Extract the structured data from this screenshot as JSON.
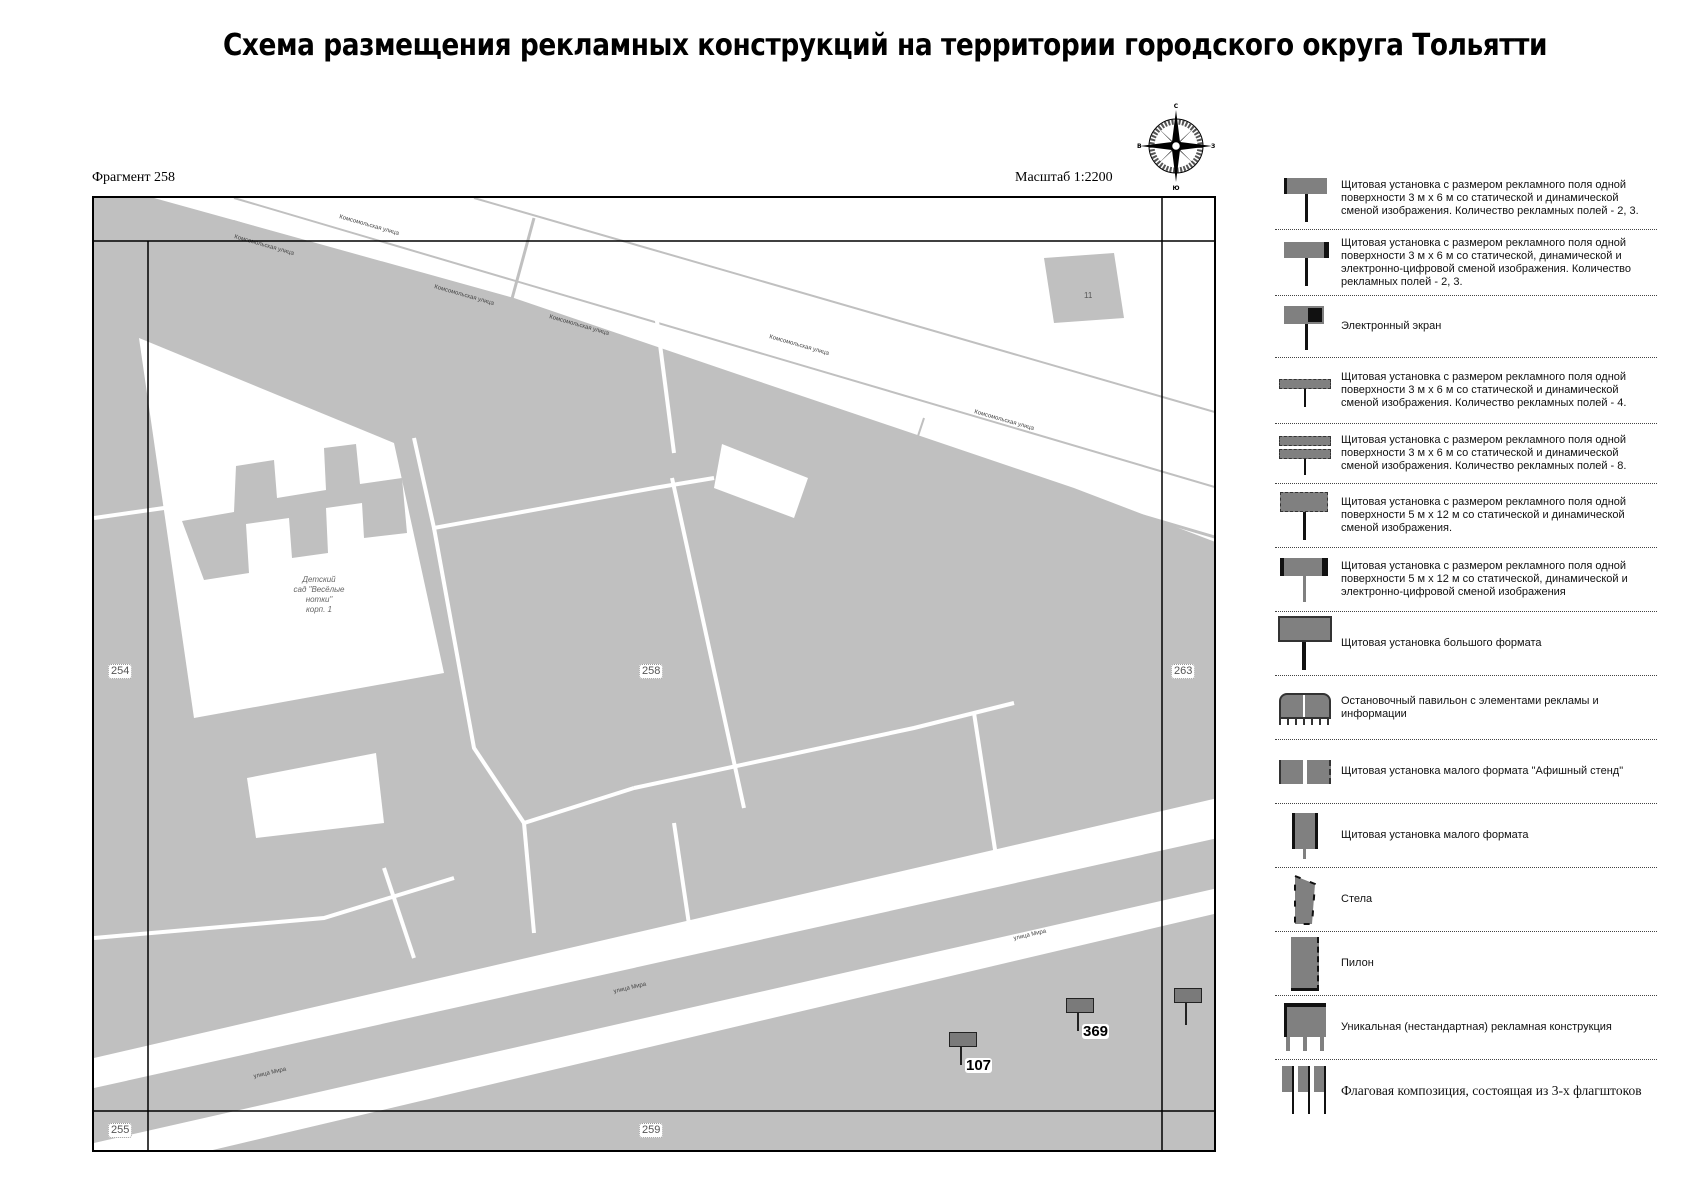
{
  "header": {
    "title": "Схема размещения рекламных конструкций на территории городского округа Тольятти",
    "fragment_label": "Фрагмент 258",
    "scale_label": "Масштаб 1:2200"
  },
  "compass": {
    "icon": "compass-rose-icon",
    "north": "С",
    "south": "Ю",
    "west": "В",
    "east": "З"
  },
  "map": {
    "colors": {
      "ground": "#c0c0c0",
      "road": "#ffffff",
      "building": "#c0c0c0",
      "frame": "#000000"
    },
    "street_labels": [
      "Комсомольская улица",
      "Комсомольская улица",
      "Комсомольская улица",
      "Комсомольская улица",
      "Комсомольская улица",
      "Комсомольская улица",
      "улица Мира",
      "улица Мира",
      "улица Мира"
    ],
    "building_label": [
      "Детский",
      "сад \"Весёлые",
      "нотки\"",
      "корп. 1"
    ],
    "building_number": "11",
    "sheet_numbers": {
      "current": "258",
      "west": "254",
      "east": "263",
      "south_west": "255",
      "south": "259"
    },
    "markers": [
      {
        "id": "107",
        "type": "billboard-3x6"
      },
      {
        "id": "369",
        "type": "billboard-3x6"
      },
      {
        "id": "",
        "type": "billboard-3x6"
      }
    ]
  },
  "legend": {
    "items": [
      {
        "icon": "billboard-3x6-static-dynamic-icon",
        "text": "Щитовая установка с размером рекламного поля одной поверхности 3 м х 6 м со статической и динамической сменой изображения. Количество рекламных полей - 2, 3."
      },
      {
        "icon": "billboard-3x6-digital-icon",
        "text": "Щитовая установка с размером рекламного поля одной поверхности 3 м х 6 м со статической, динамической и электронно-цифровой сменой изображения. Количество рекламных полей - 2, 3."
      },
      {
        "icon": "electronic-screen-icon",
        "text": "Электронный экран"
      },
      {
        "icon": "billboard-3x6-4-fields-icon",
        "text": "Щитовая установка с размером рекламного поля одной поверхности 3 м х 6 м со статической и динамической сменой изображения. Количество рекламных полей - 4."
      },
      {
        "icon": "billboard-3x6-8-fields-icon",
        "text": "Щитовая установка с размером рекламного поля одной поверхности 3 м х 6 м со статической и динамической сменой изображения. Количество рекламных полей - 8."
      },
      {
        "icon": "billboard-5x12-icon",
        "text": "Щитовая установка с размером рекламного поля одной поверхности 5 м х 12 м со статической и динамической сменой изображения."
      },
      {
        "icon": "billboard-5x12-digital-icon",
        "text": "Щитовая установка с размером рекламного поля одной поверхности 5 м х 12 м со статической, динамической и электронно-цифровой сменой изображения"
      },
      {
        "icon": "large-format-billboard-icon",
        "text": "Щитовая установка большого формата"
      },
      {
        "icon": "bus-stop-pavilion-icon",
        "text": "Остановочный павильон с элементами рекламы и информации"
      },
      {
        "icon": "poster-stand-icon",
        "text": "Щитовая установка малого формата \"Афишный стенд\""
      },
      {
        "icon": "small-format-billboard-icon",
        "text": "Щитовая установка малого формата"
      },
      {
        "icon": "stele-icon",
        "text": "Стела"
      },
      {
        "icon": "pylon-icon",
        "text": "Пилон"
      },
      {
        "icon": "unique-construction-icon",
        "text": "Уникальная (нестандартная) рекламная конструкция"
      },
      {
        "icon": "flag-composition-icon",
        "text": "Флаговая композиция, состоящая из 3-х флагштоков"
      }
    ]
  }
}
